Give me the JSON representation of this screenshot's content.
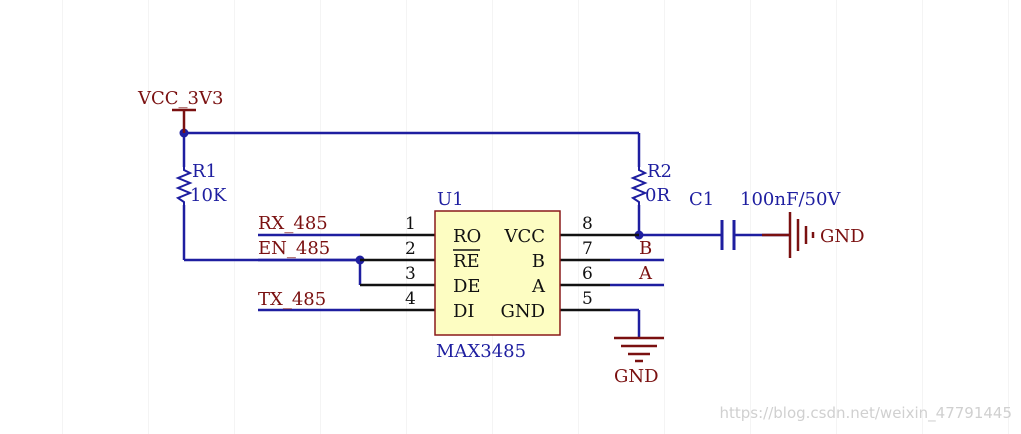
{
  "colors": {
    "wire": "#1e1ea0",
    "power_symbol": "#7a1010",
    "body_fill": "#fdfdc2",
    "body_stroke": "#8a1a1a",
    "text_blue": "#1e1ea0",
    "text_red": "#7a1010",
    "grid": "#e8e8e8",
    "junction": "#1e1ea0",
    "pin": "#111111"
  },
  "power": {
    "vcc_label": "VCC_3V3",
    "gnd_label_ic": "GND",
    "gnd_label_cap": "GND"
  },
  "components": {
    "r1": {
      "ref": "R1",
      "value": "10K"
    },
    "r2": {
      "ref": "R2",
      "value": "0R"
    },
    "c1": {
      "ref": "C1",
      "value": "100nF/50V"
    },
    "u1": {
      "ref": "U1",
      "part": "MAX3485"
    }
  },
  "pins_left": [
    {
      "num": "1",
      "name": "RO",
      "overbar": false
    },
    {
      "num": "2",
      "name": "RE",
      "overbar": true
    },
    {
      "num": "3",
      "name": "DE",
      "overbar": false
    },
    {
      "num": "4",
      "name": "DI",
      "overbar": false
    }
  ],
  "pins_right": [
    {
      "num": "8",
      "name": "VCC"
    },
    {
      "num": "7",
      "name": "B"
    },
    {
      "num": "6",
      "name": "A"
    },
    {
      "num": "5",
      "name": "GND"
    }
  ],
  "nets": {
    "rx": "RX_485",
    "en": "EN_485",
    "tx": "TX_485",
    "b": "B",
    "a": "A"
  },
  "watermark": "https://blog.csdn.net/weixin_47791445"
}
